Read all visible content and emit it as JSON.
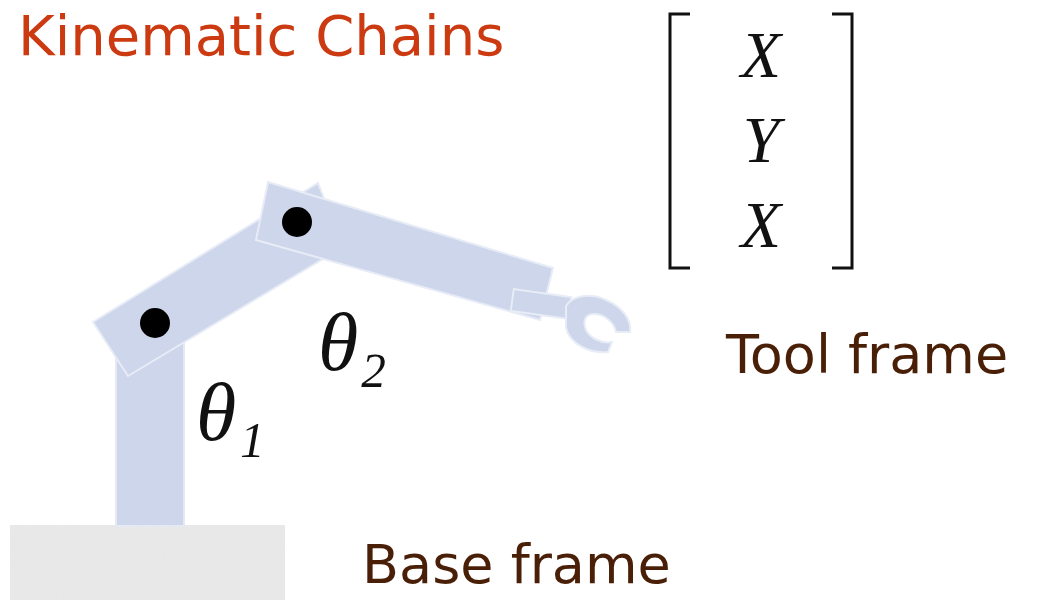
{
  "diagram": {
    "title": "Kinematic Chains",
    "labels": [
      "X",
      "Y",
      "X",
      "θ₂",
      "Tool frame",
      "θ₁",
      "Base frame"
    ]
  }
}
